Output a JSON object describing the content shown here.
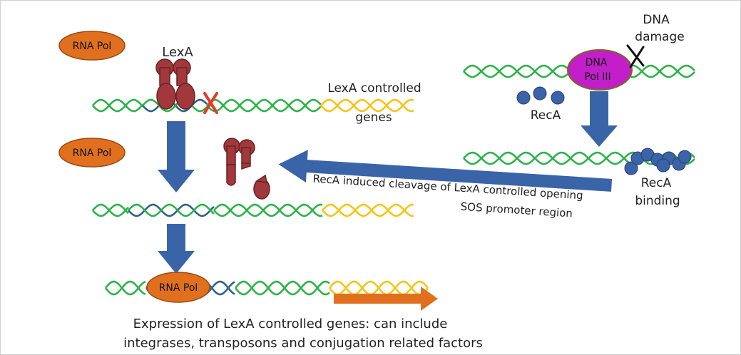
{
  "labels": {
    "rna_pol_1": "RNA Pol",
    "rna_pol_2": "RNA Pol",
    "rna_pol_3": "RNA Pol",
    "lexa": "LexA",
    "lexa_controlled_genes_line1": "LexA controlled",
    "lexa_controlled_genes_line2": "genes",
    "dna_damage_line1": "DNA",
    "dna_damage_line2": "damage",
    "dna_pol_iii_line1": "DNA",
    "dna_pol_iii_line2": "Pol III",
    "reca": "RecA",
    "reca_binding_line1": "RecA",
    "reca_binding_line2": "binding",
    "cleavage_line1": "RecA induced cleavage of LexA controlled opening",
    "cleavage_line2": "SOS promoter region",
    "expression_line1": "Expression of LexA controlled genes: can include",
    "expression_line2": "integrases, transposons and conjugation related factors"
  },
  "colors": {
    "dna_green": "#2cb34a",
    "dna_blue": "#2e6189",
    "dna_yellow": "#f5c518",
    "rna_pol_fill": "#e0701e",
    "rna_pol_stroke": "#9a4a12",
    "lexa_fill": "#a0383c",
    "lexa_stroke": "#6b2226",
    "dna_pol_iii_fill": "#c21ec9",
    "reca_fill": "#3a63a8",
    "arrow_blue": "#3a64a8",
    "arrow_orange": "#e0701e",
    "block_x": "#e83a2a",
    "damage_x": "#111111"
  }
}
